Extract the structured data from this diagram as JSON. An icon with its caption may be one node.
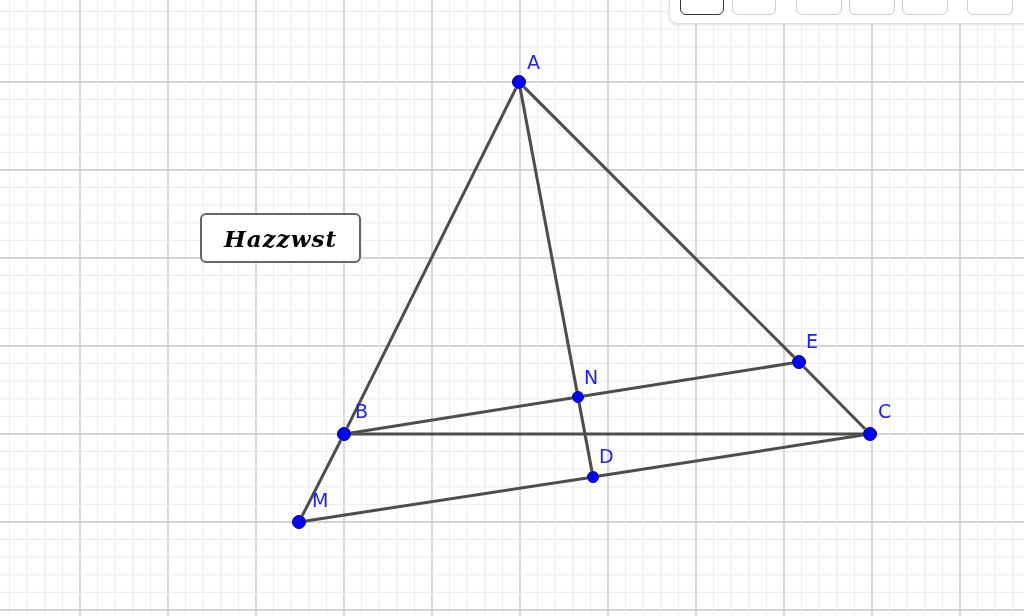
{
  "diagram": {
    "nodes": [
      {
        "text": [
          "A"
        ]
      },
      {
        "text": [
          "Hazzwst"
        ]
      },
      {
        "text": [
          "E"
        ]
      },
      {
        "text": [
          "N"
        ]
      },
      {
        "text": [
          "B"
        ]
      },
      {
        "text": [
          "C"
        ]
      },
      {
        "text": [
          "D"
        ]
      },
      {
        "text": [
          "M"
        ]
      }
    ],
    "edges": [
      {
        "from": 0,
        "to": 4,
        "arrow": "none"
      },
      {
        "from": 4,
        "to": 7,
        "arrow": "none"
      },
      {
        "from": 0,
        "to": 3,
        "arrow": "none"
      },
      {
        "from": 3,
        "to": 6,
        "arrow": "none"
      },
      {
        "from": 0,
        "to": 2,
        "arrow": "none"
      },
      {
        "from": 2,
        "to": 5,
        "arrow": "none"
      },
      {
        "from": 4,
        "to": 5,
        "arrow": "none"
      },
      {
        "from": 4,
        "to": 3,
        "arrow": "none"
      },
      {
        "from": 3,
        "to": 2,
        "arrow": "none"
      },
      {
        "from": 7,
        "to": 6,
        "arrow": "none"
      },
      {
        "from": 6,
        "to": 5,
        "arrow": "none"
      }
    ]
  }
}
